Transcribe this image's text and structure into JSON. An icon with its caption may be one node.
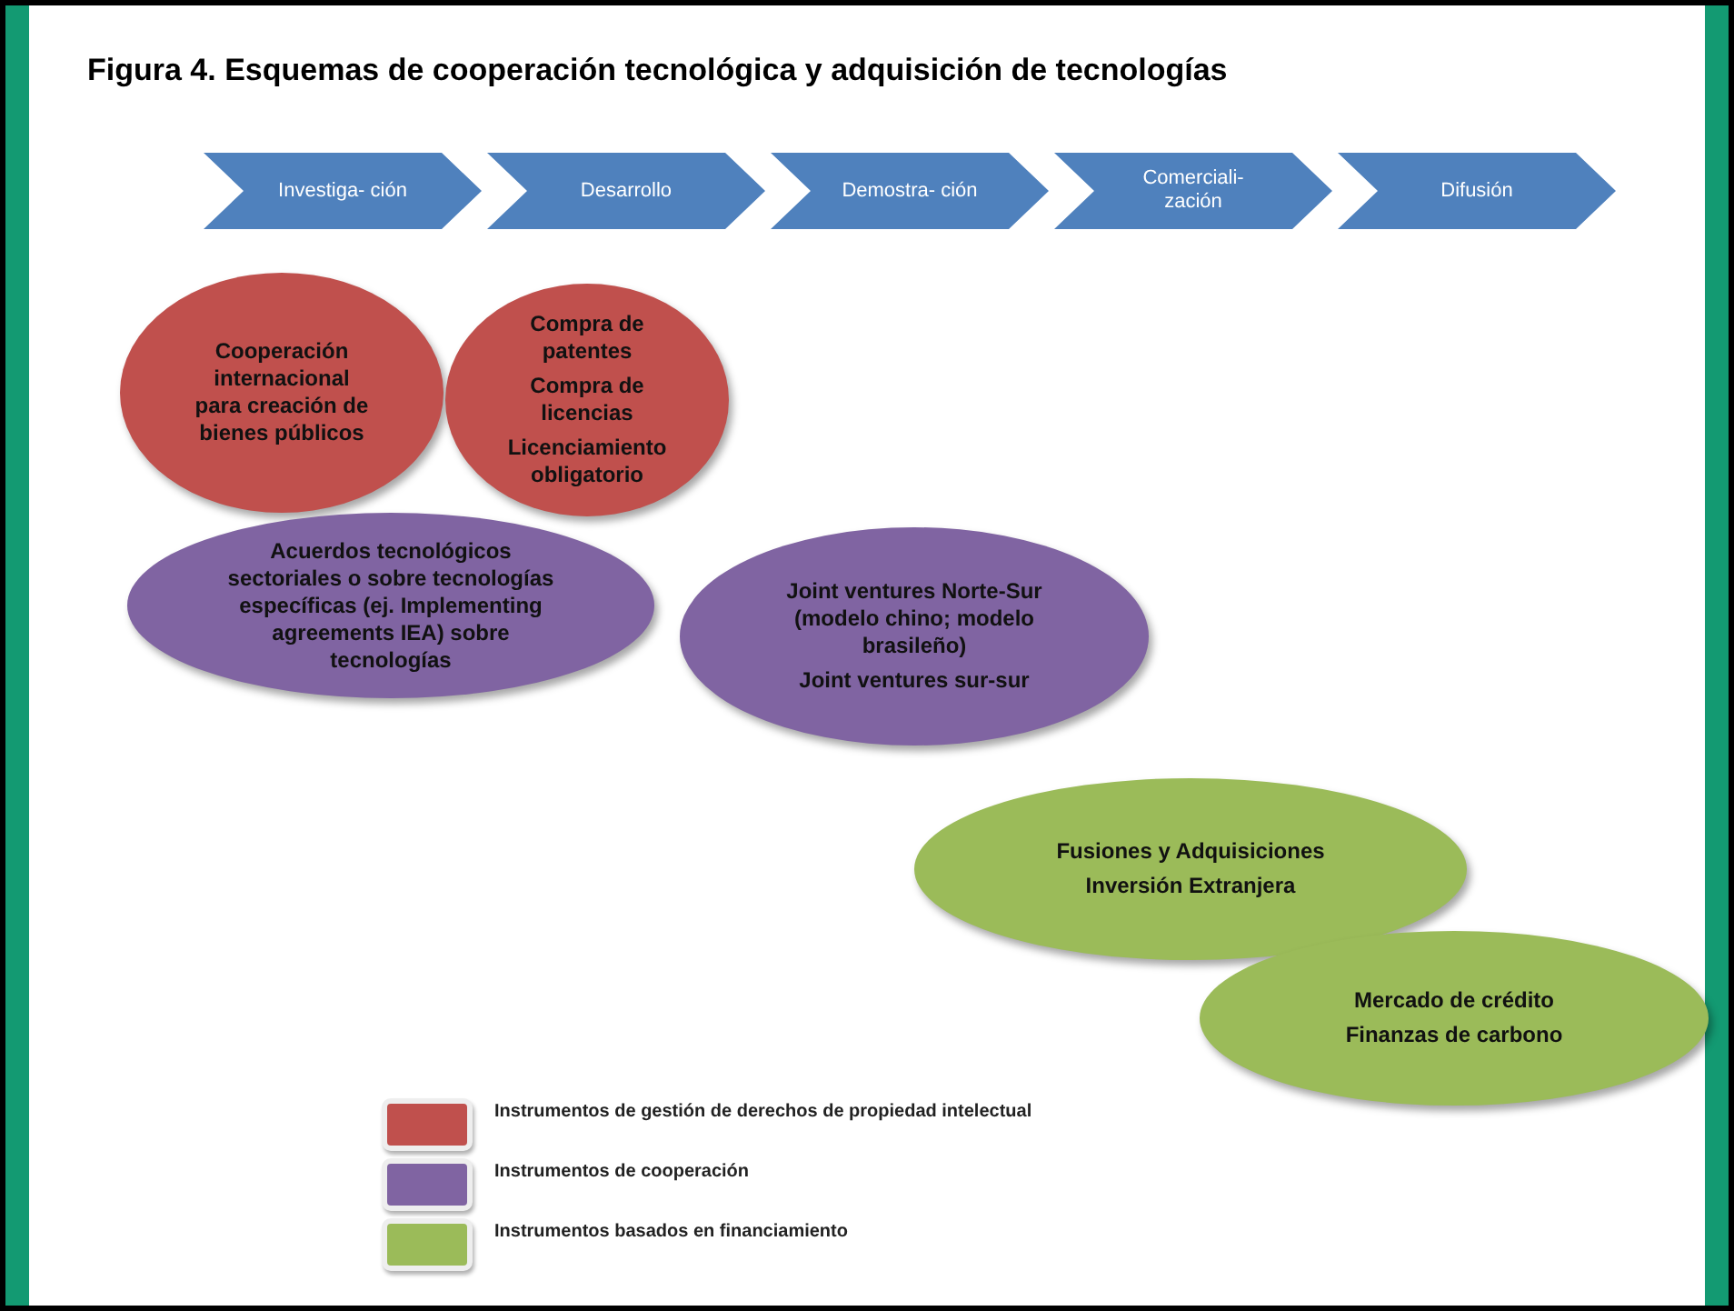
{
  "diagram": {
    "title": "Figura 4. Esquemas de cooperación tecnológica y adquisición de tecnologías",
    "nodes": [
      {
        "text": [
          "Investiga- ción"
        ]
      },
      {
        "text": [
          "Desarrollo"
        ]
      },
      {
        "text": [
          "Demostra- ción"
        ]
      },
      {
        "text": [
          "Comerciali- zación"
        ]
      },
      {
        "text": [
          "Difusión"
        ]
      },
      {
        "text": [
          "Cooperación internacional para creación de bienes públicos"
        ]
      },
      {
        "text": [
          "Compra de patentes",
          "Compra de licencias",
          "Licenciamiento obligatorio"
        ]
      },
      {
        "text": [
          "Acuerdos tecnológicos sectoriales o sobre tecnologías específicas (ej. Implementing agreements IEA) sobre tecnologías"
        ]
      },
      {
        "text": [
          "Joint ventures Norte-Sur (modelo chino; modelo brasileño)",
          "Joint ventures sur-sur"
        ]
      },
      {
        "text": [
          "Fusiones y Adquisiciones",
          "Inversión Extranjera"
        ]
      },
      {
        "text": [
          "Mercado de crédito",
          "Finanzas de carbono"
        ]
      }
    ],
    "legend": [
      {
        "text": "Instrumentos de gestión de derechos de propiedad intelectual",
        "color": "#c0504d"
      },
      {
        "text": "Instrumentos de cooperación",
        "color": "#8064a2"
      },
      {
        "text": "Instrumentos basados en financiamiento",
        "color": "#9bbb59"
      }
    ]
  }
}
